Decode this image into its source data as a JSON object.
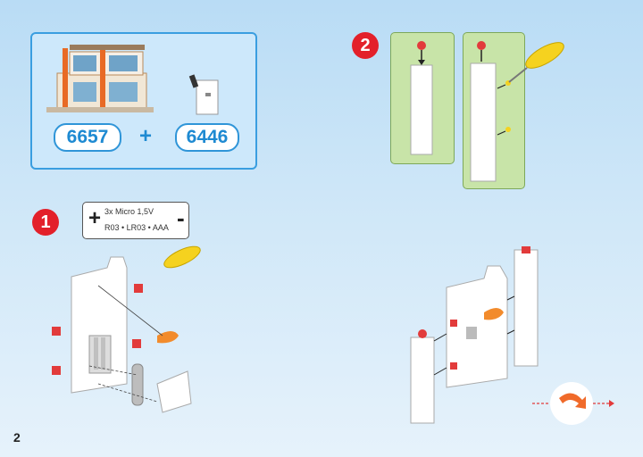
{
  "set_box": {
    "part_a": "6657",
    "plus": "+",
    "part_b": "6446"
  },
  "steps": [
    {
      "number": "1"
    },
    {
      "number": "2"
    }
  ],
  "battery_label": {
    "plus_sign": "+",
    "minus_sign": "-",
    "line1": "3x Micro 1,5V",
    "line2": "R03 • LR03 • AAA"
  },
  "page_number": "2",
  "colors": {
    "step_badge": "#e3202a",
    "set_number": "#1e8ad2",
    "highlight_panel": "#c8e4a8",
    "screwdriver": "#f5d21f",
    "clip": "#e23b3b",
    "door_part": "#f28b2c"
  }
}
